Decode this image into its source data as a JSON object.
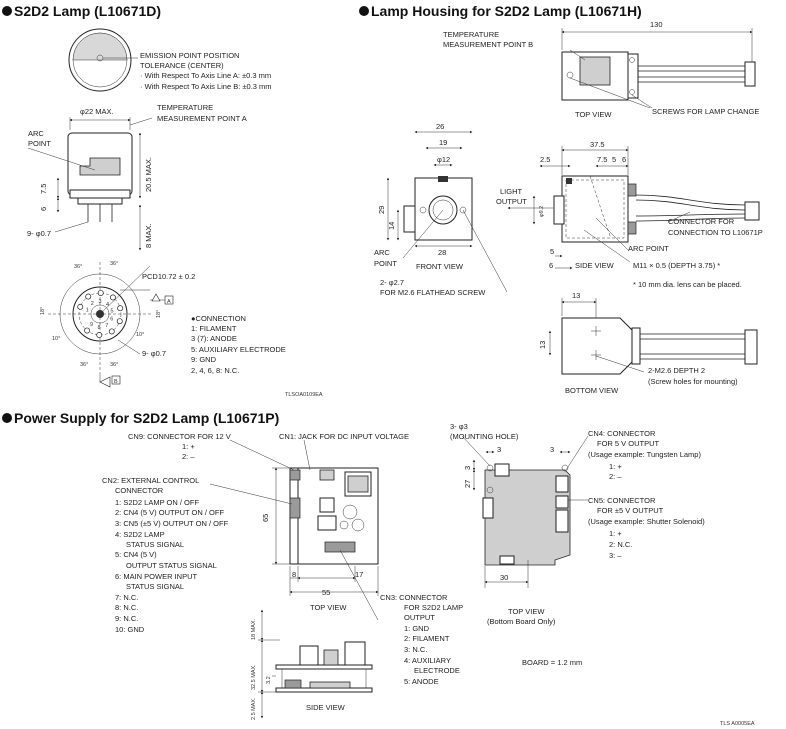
{
  "lamp": {
    "title": "S2D2 Lamp (L10671D)",
    "emission": [
      "EMISSION POINT POSITION",
      "TOLERANCE (CENTER)",
      "· With Respect To Axis Line A: ±0.3 mm",
      "· With Respect To Axis Line B: ±0.3 mm"
    ],
    "dim_diameter": "φ22 MAX.",
    "temp_point": [
      "TEMPERATURE",
      "MEASUREMENT POINT A"
    ],
    "arc_point": [
      "ARC",
      "POINT"
    ],
    "dim_height": "20.5 MAX.",
    "dim_75": "7.5",
    "dim_6": "6",
    "dim_pins": "8 MAX.",
    "pin_dia": "9- φ0.7",
    "pcd": "PCD10.72 ± 0.2",
    "angle_36": "36°",
    "angle_18": "18°",
    "angle_10": "10°",
    "pin_nums": [
      "1",
      "2",
      "3",
      "4",
      "5",
      "6",
      "7",
      "8",
      "9"
    ],
    "axis_a": "A",
    "axis_b": "B",
    "connection": [
      "●CONNECTION",
      "1: FILAMENT",
      "3 (7): ANODE",
      "5: AUXILIARY ELECTRODE",
      "9: GND",
      "2, 4, 6, 8: N.C."
    ],
    "code": "TLSOA0109EA"
  },
  "housing": {
    "title": "Lamp Housing for S2D2 Lamp (L10671H)",
    "temp_point": [
      "TEMPERATURE",
      "MEASUREMENT POINT B"
    ],
    "dim_130": "130",
    "top_view": "TOP VIEW",
    "screws": "SCREWS FOR LAMP CHANGE",
    "dim_26": "26",
    "dim_19": "19",
    "dim_12": "φ12",
    "dim_29": "29",
    "dim_14": "14",
    "dim_28": "28",
    "arc_point": [
      "ARC",
      "POINT"
    ],
    "front_view": "FRONT VIEW",
    "screw_holes": [
      "2- φ2.7",
      "FOR M2.6 FLATHEAD SCREW"
    ],
    "light_output": [
      "LIGHT",
      "OUTPUT"
    ],
    "dim_375": "37.5",
    "dim_25": "2.5",
    "dim_756": [
      "7.5",
      "5",
      "6"
    ],
    "dim_92": "φ9.2",
    "connector_for": [
      "CONNECTOR FOR",
      "CONNECTION TO L10671P"
    ],
    "arc_point2": "ARC POINT",
    "side_view": "SIDE VIEW",
    "dim_5": "5",
    "dim_6": "6",
    "thread": "M11 × 0.5 (DEPTH 3.75) *",
    "lens_note": "* 10 mm dia. lens can be placed.",
    "dim_13a": "13",
    "dim_13b": "13",
    "depth": [
      "2-M2.6 DEPTH 2",
      "(Screw holes for mounting)"
    ],
    "bottom_view": "BOTTOM VIEW"
  },
  "power": {
    "title": "Power Supply for S2D2 Lamp (L10671P)",
    "cn9": [
      "CN9: CONNECTOR FOR 12 V",
      "1: +",
      "2: –"
    ],
    "cn1": "CN1: JACK FOR DC INPUT VOLTAGE",
    "cn2": [
      "CN2: EXTERNAL CONTROL",
      "CONNECTOR",
      "1: S2D2 LAMP ON / OFF",
      "2: CN4 (5 V) OUTPUT ON / OFF",
      "3: CN5 (±5 V) OUTPUT ON / OFF",
      "4: S2D2 LAMP",
      "STATUS SIGNAL",
      "5: CN4 (5 V)",
      "OUTPUT STATUS SIGNAL",
      "6: MAIN POWER INPUT",
      "STATUS SIGNAL",
      "7: N.C.",
      "8: N.C.",
      "9: N.C.",
      "10: GND"
    ],
    "dim_65": "65",
    "dim_8": "8",
    "dim_55": "55",
    "dim_17": "17",
    "top_view": "TOP VIEW",
    "cn3": [
      "CN3: CONNECTOR",
      "FOR S2D2 LAMP",
      "OUTPUT",
      "1: GND",
      "2: FILAMENT",
      "3: N.C.",
      "4: AUXILIARY",
      "ELECTRODE",
      "5: ANODE"
    ],
    "dim_18": "18 MAX.",
    "dim_325": "32.5 MAX.",
    "dim_32": "3.2",
    "dim_25": "2.5 MAX.",
    "side_view": "SIDE VIEW",
    "mount": [
      "3- φ3",
      "(MOUNTING HOLE)"
    ],
    "dim_3a": "3",
    "dim_3b": "3",
    "dim_3c": "3",
    "dim_27": "27",
    "dim_30": "30",
    "cn4": [
      "CN4: CONNECTOR",
      "FOR 5 V OUTPUT",
      "(Usage example: Tungsten Lamp)",
      "1: +",
      "2: –"
    ],
    "cn5": [
      "CN5: CONNECTOR",
      "FOR ±5 V OUTPUT",
      "(Usage example: Shutter Solenoid)",
      "1: +",
      "2: N.C.",
      "3: –"
    ],
    "top_view_bottom": [
      "TOP VIEW",
      "(Bottom Board Only)"
    ],
    "board": "BOARD = 1.2 mm",
    "code": "TLS A0005EA"
  }
}
